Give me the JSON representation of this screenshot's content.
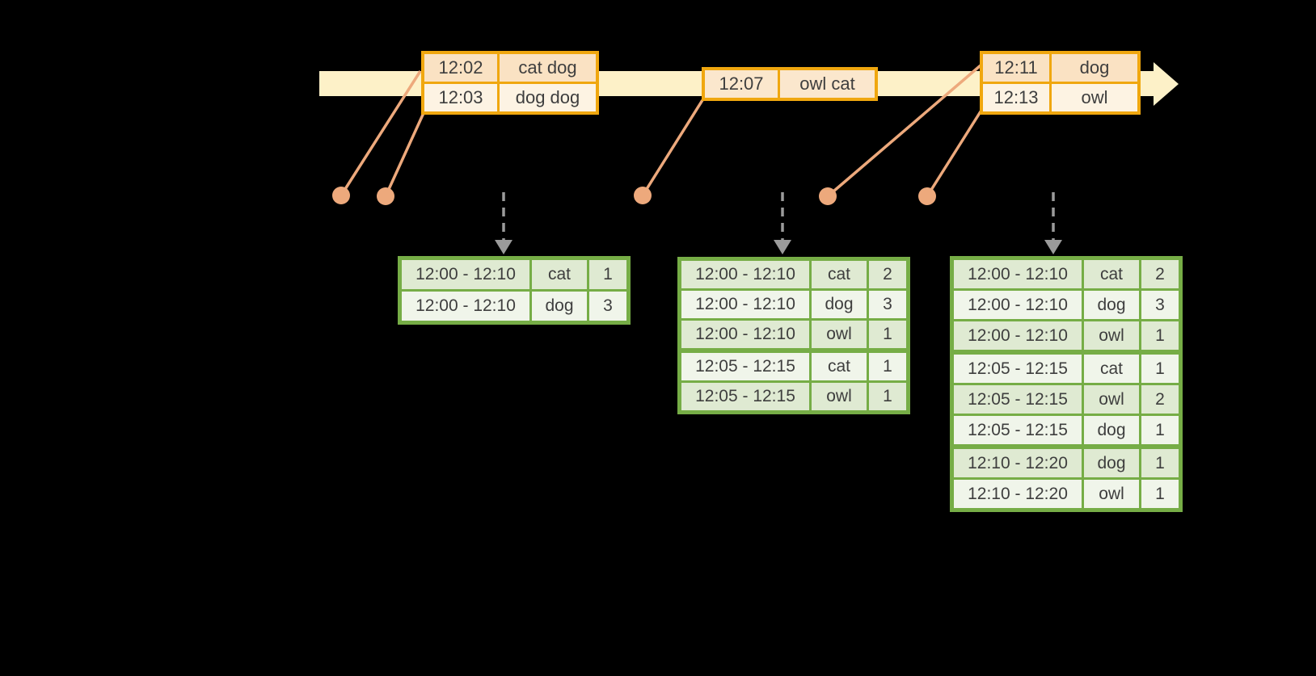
{
  "colors": {
    "background": "#000000",
    "timeline_fill": "#fdf1c8",
    "event_border": "#f0a70f",
    "event_row_dark": "#fae2c3",
    "event_row_mid": "#fbe7cd",
    "event_row_light": "#fdf3e3",
    "connector": "#eda97c",
    "dashed_arrow": "#9b9b9b",
    "table_border": "#76ad46",
    "table_row_dark": "#dfead2",
    "table_row_light": "#f0f5ea",
    "text": "#3e3e3e"
  },
  "timeline": {
    "events": [
      {
        "rows": [
          {
            "time": "12:02",
            "words": "cat dog"
          },
          {
            "time": "12:03",
            "words": "dog dog"
          }
        ]
      },
      {
        "rows": [
          {
            "time": "12:07",
            "words": "owl cat"
          }
        ]
      },
      {
        "rows": [
          {
            "time": "12:11",
            "words": "dog"
          },
          {
            "time": "12:13",
            "words": "owl"
          }
        ]
      }
    ]
  },
  "result_tables": [
    {
      "group_starts": [],
      "rows": [
        {
          "window": "12:00 - 12:10",
          "word": "cat",
          "count": "1"
        },
        {
          "window": "12:00 - 12:10",
          "word": "dog",
          "count": "3"
        }
      ]
    },
    {
      "group_starts": [
        3
      ],
      "rows": [
        {
          "window": "12:00 - 12:10",
          "word": "cat",
          "count": "2"
        },
        {
          "window": "12:00 - 12:10",
          "word": "dog",
          "count": "3"
        },
        {
          "window": "12:00 - 12:10",
          "word": "owl",
          "count": "1"
        },
        {
          "window": "12:05 - 12:15",
          "word": "cat",
          "count": "1"
        },
        {
          "window": "12:05 - 12:15",
          "word": "owl",
          "count": "1"
        }
      ]
    },
    {
      "group_starts": [
        3,
        6
      ],
      "rows": [
        {
          "window": "12:00 - 12:10",
          "word": "cat",
          "count": "2"
        },
        {
          "window": "12:00 - 12:10",
          "word": "dog",
          "count": "3"
        },
        {
          "window": "12:00 - 12:10",
          "word": "owl",
          "count": "1"
        },
        {
          "window": "12:05 - 12:15",
          "word": "cat",
          "count": "1"
        },
        {
          "window": "12:05 - 12:15",
          "word": "owl",
          "count": "2"
        },
        {
          "window": "12:05 - 12:15",
          "word": "dog",
          "count": "1"
        },
        {
          "window": "12:10 - 12:20",
          "word": "dog",
          "count": "1"
        },
        {
          "window": "12:10 - 12:20",
          "word": "owl",
          "count": "1"
        }
      ]
    }
  ]
}
